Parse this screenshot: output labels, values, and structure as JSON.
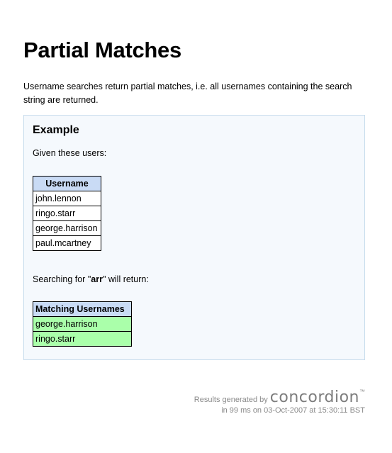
{
  "title": "Partial Matches",
  "intro": "Username searches return partial matches, i.e. all usernames containing the search string are returned.",
  "example": {
    "heading": "Example",
    "given": "Given these users:",
    "users_header": "Username",
    "users": [
      "john.lennon",
      "ringo.starr",
      "george.harrison",
      "paul.mcartney"
    ],
    "search_prefix": "Searching for \"",
    "search_term": "arr",
    "search_suffix": "\" will return:",
    "results_header": "Matching Usernames",
    "results": [
      "george.harrison",
      "ringo.starr"
    ],
    "result_color": "#aaffaa"
  },
  "footer": {
    "generated_by": "Results generated by",
    "brand": "concordion",
    "trademark": "™",
    "timing": "in 99 ms on 03-Oct-2007 at 15:30:11 BST"
  }
}
